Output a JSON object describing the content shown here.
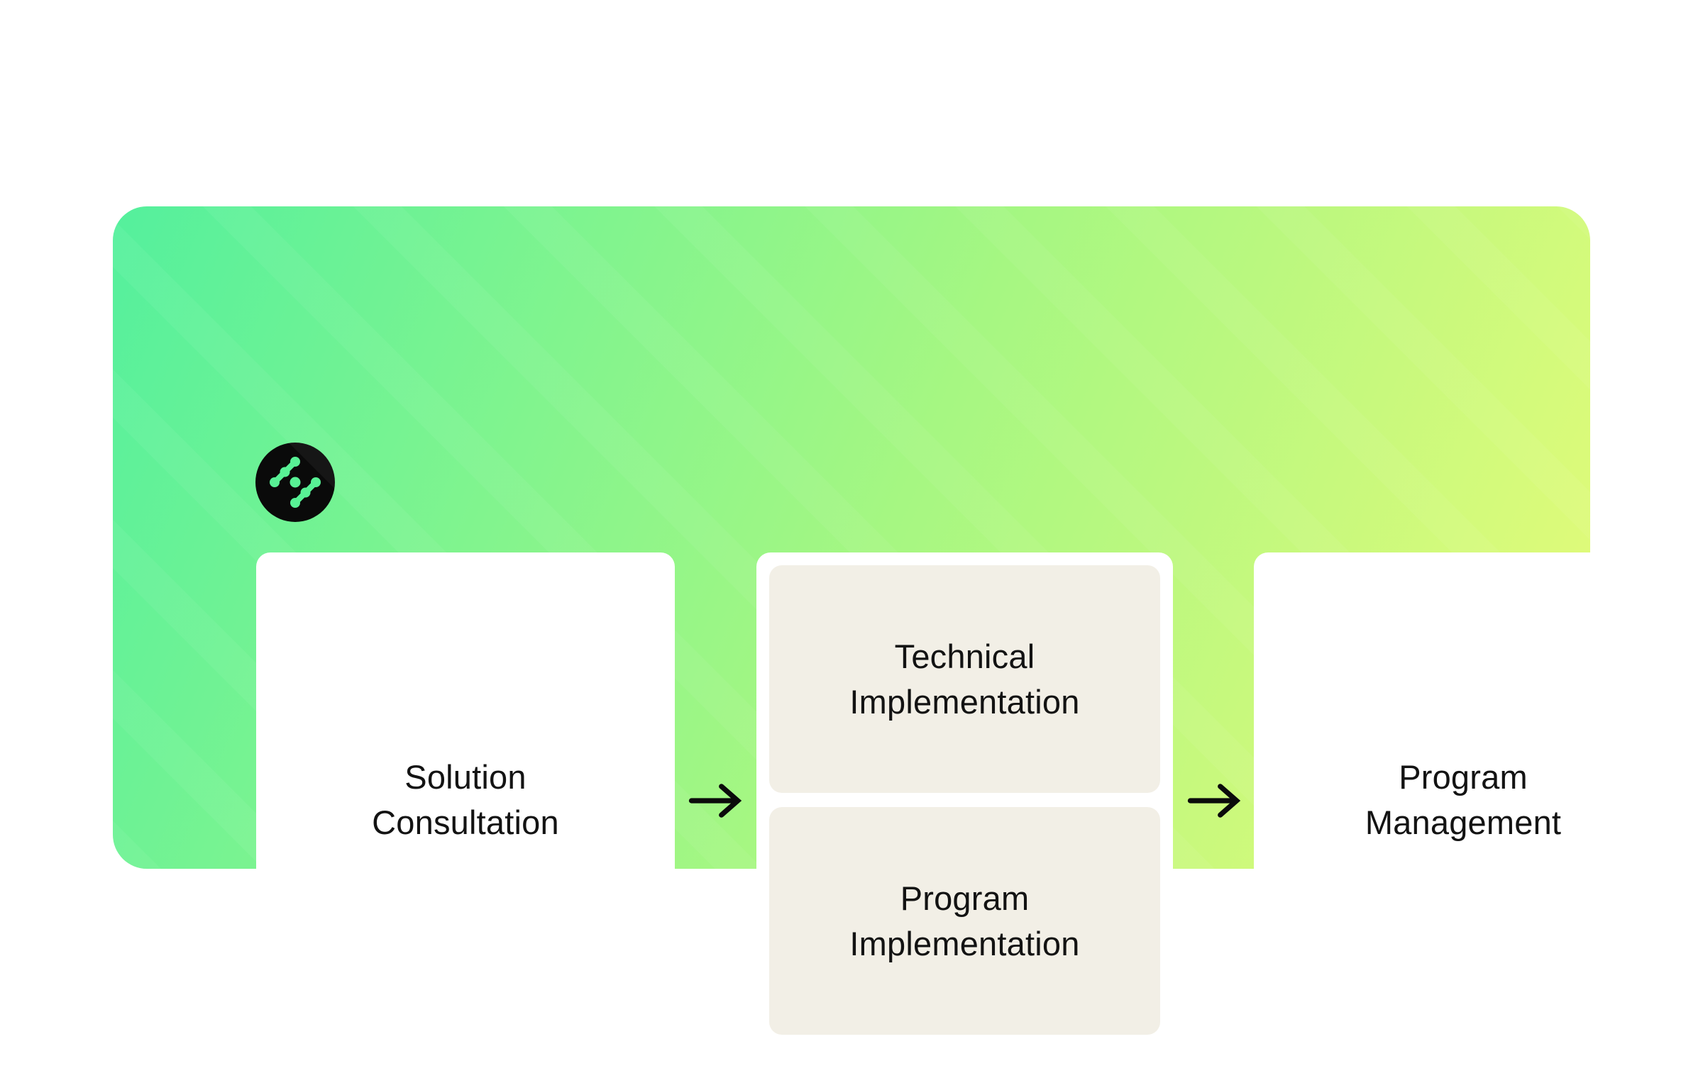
{
  "colors": {
    "page_bg": "#FFFFFF",
    "panel_gradient_start": "#54F09D",
    "panel_gradient_mid": "#A6F782",
    "panel_gradient_end": "#E9FB78",
    "card_bg": "#FFFFFF",
    "subcard_bg": "#F2EFE6",
    "text": "#131313",
    "arrow": "#0B0B0B",
    "logo_bg": "#0A0A0A",
    "logo_glyph": "#58F195"
  },
  "logo": {
    "name": "dot-chain-mark"
  },
  "flow": {
    "step1": {
      "label": "Solution Consultation"
    },
    "step2": {
      "items": [
        {
          "label": "Technical Implementation"
        },
        {
          "label": "Program Implementation"
        }
      ]
    },
    "step3": {
      "label": "Program Management"
    }
  }
}
